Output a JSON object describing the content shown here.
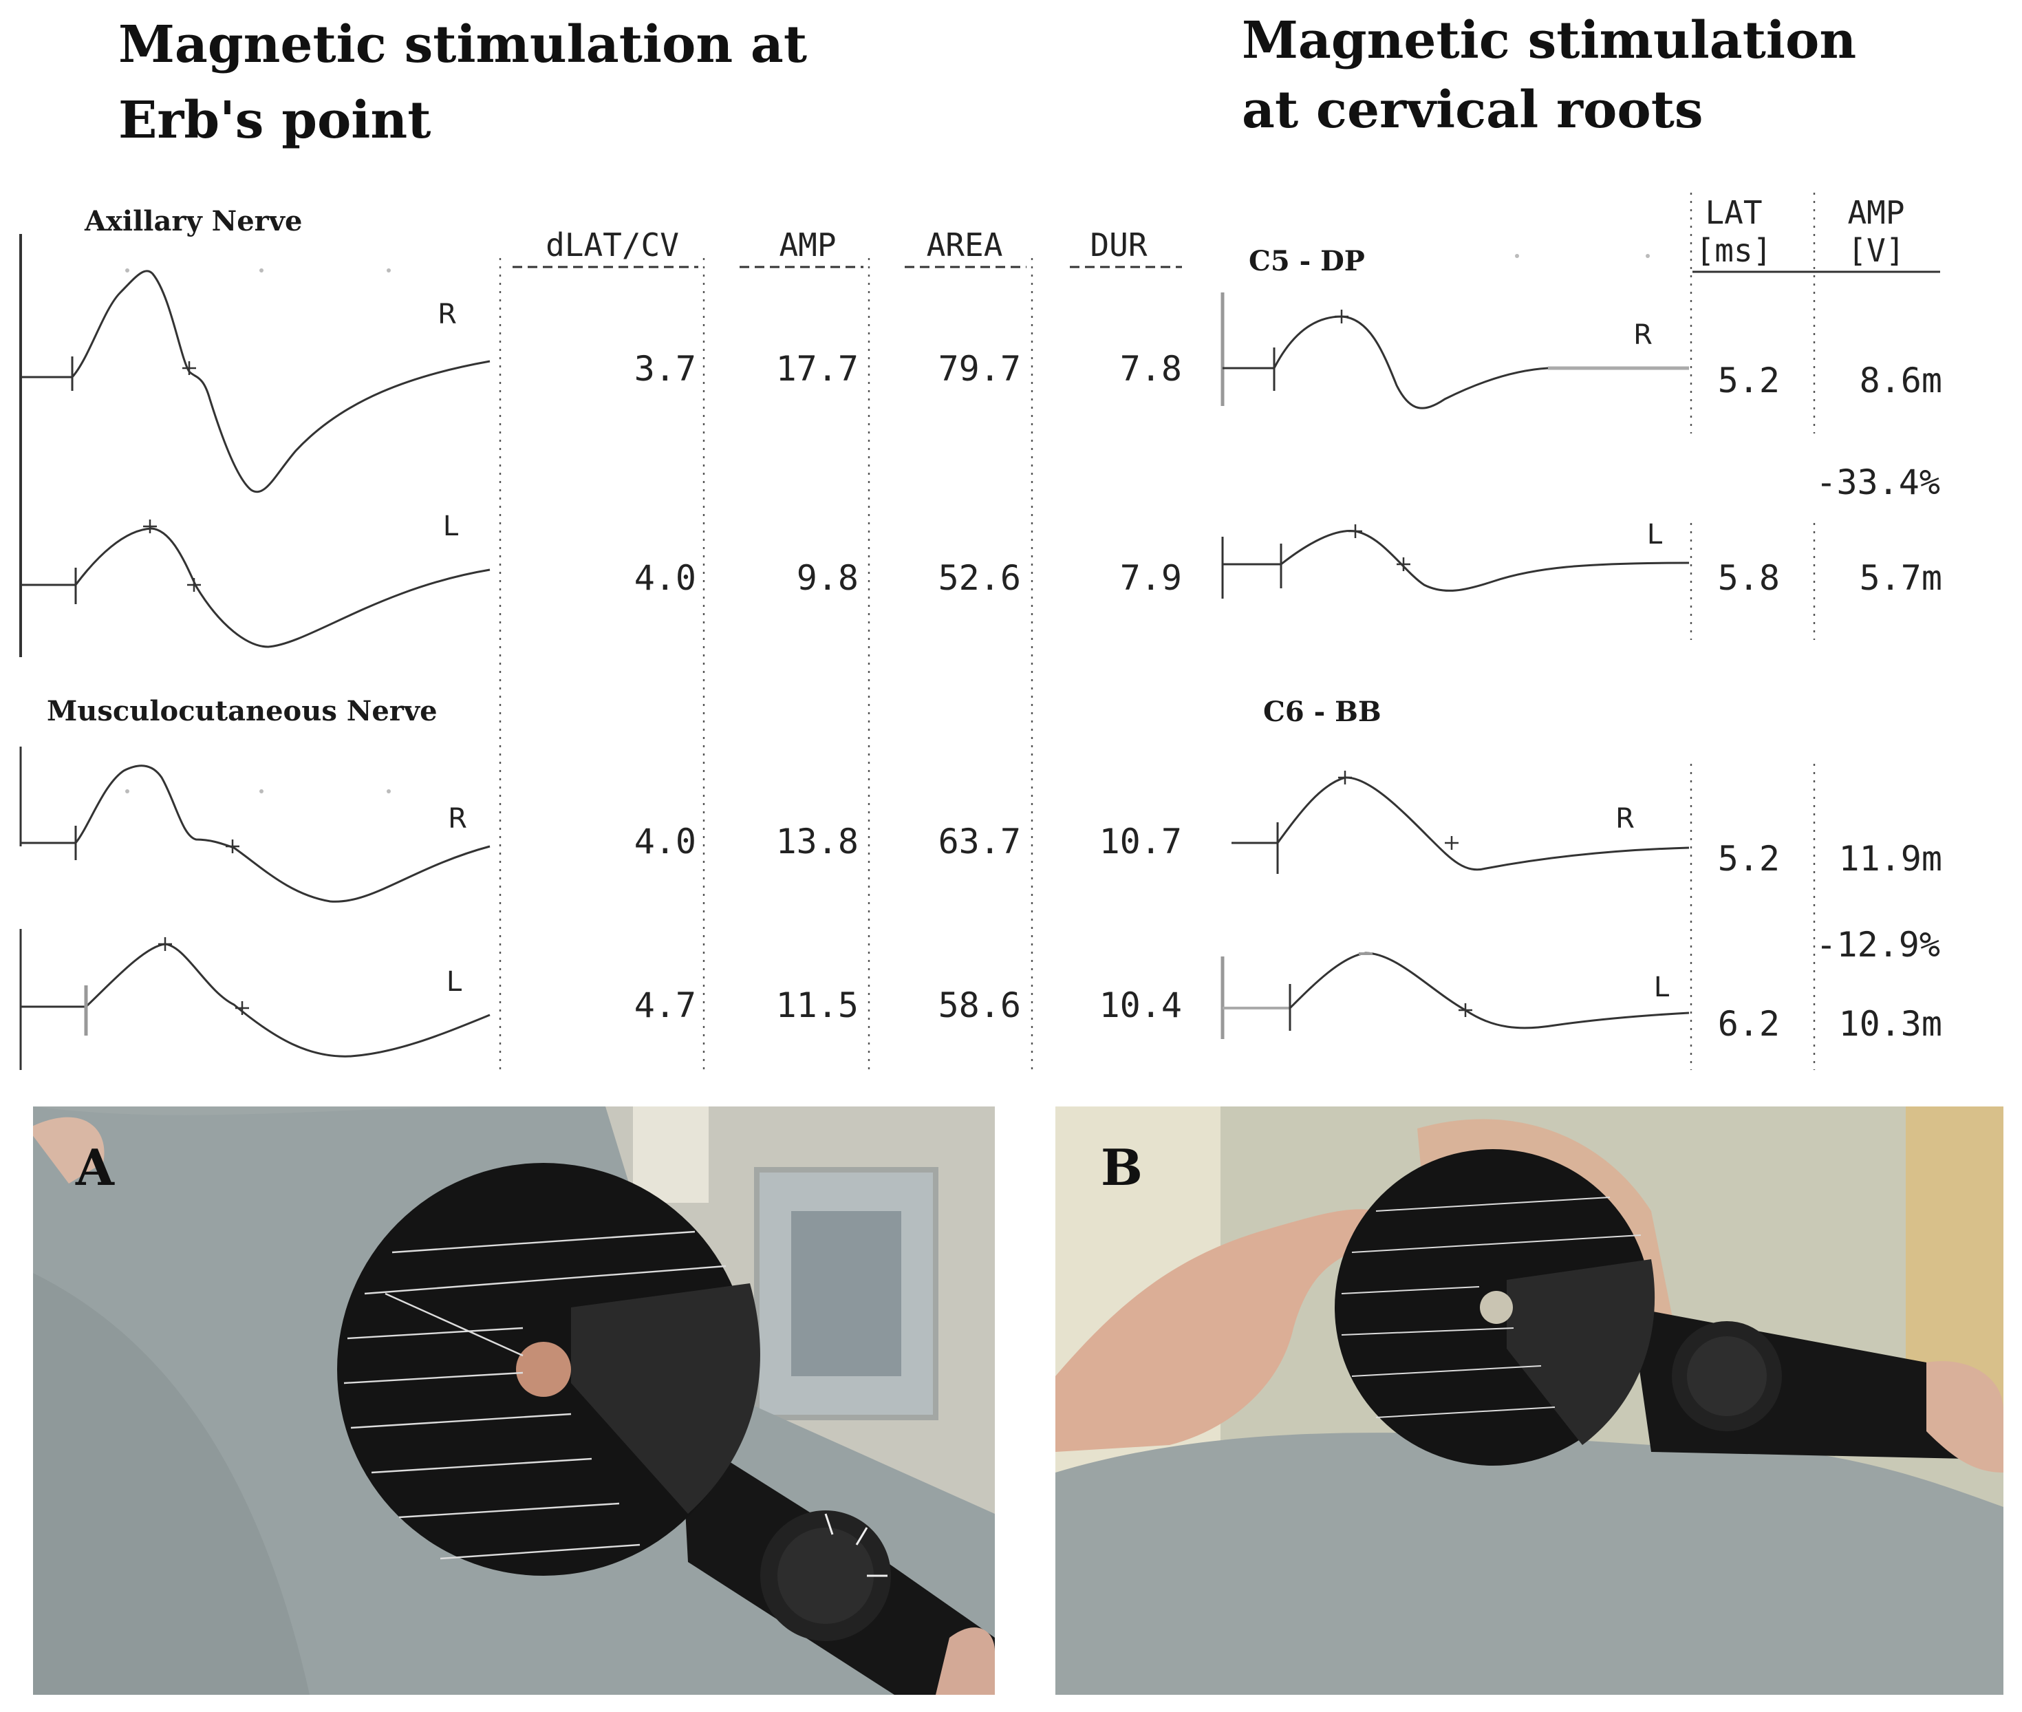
{
  "titles": {
    "erb": [
      "Magnetic stimulation at",
      "Erb's point"
    ],
    "cervical": [
      "Magnetic stimulation",
      "at cervical roots"
    ]
  },
  "left_table": {
    "headers": [
      "dLAT/CV",
      "AMP",
      "AREA",
      "DUR"
    ],
    "groups": [
      {
        "label": "Axillary Nerve",
        "rows": [
          {
            "side": "R",
            "values": [
              "3.7",
              "17.7",
              "79.7",
              "7.8"
            ]
          },
          {
            "side": "L",
            "values": [
              "4.0",
              "9.8",
              "52.6",
              "7.9"
            ]
          }
        ]
      },
      {
        "label": "Musculocutaneous Nerve",
        "rows": [
          {
            "side": "R",
            "values": [
              "4.0",
              "13.8",
              "63.7",
              "10.7"
            ]
          },
          {
            "side": "L",
            "values": [
              "4.7",
              "11.5",
              "58.6",
              "10.4"
            ]
          }
        ]
      }
    ]
  },
  "right_table": {
    "headers": {
      "lat": [
        "LAT",
        "[ms]"
      ],
      "amp": [
        "AMP",
        "[V]"
      ]
    },
    "groups": [
      {
        "label": "C5 - DP",
        "rows": [
          {
            "side": "R",
            "lat": "5.2",
            "amp": "8.6m"
          },
          {
            "side": "L",
            "lat": "5.8",
            "amp": "5.7m"
          }
        ],
        "diff": "-33.4%"
      },
      {
        "label": "C6 - BB",
        "rows": [
          {
            "side": "R",
            "lat": "5.2",
            "amp": "11.9m"
          },
          {
            "side": "L",
            "lat": "6.2",
            "amp": "10.3m"
          }
        ],
        "diff": "-12.9%"
      }
    ]
  },
  "photos": [
    {
      "label": "A",
      "icon": "coil-on-erbs-point-photo"
    },
    {
      "label": "B",
      "icon": "coil-on-cervical-roots-photo"
    }
  ],
  "colors": {
    "photo_bg": "#9ea7a7",
    "coil": "#141414"
  }
}
